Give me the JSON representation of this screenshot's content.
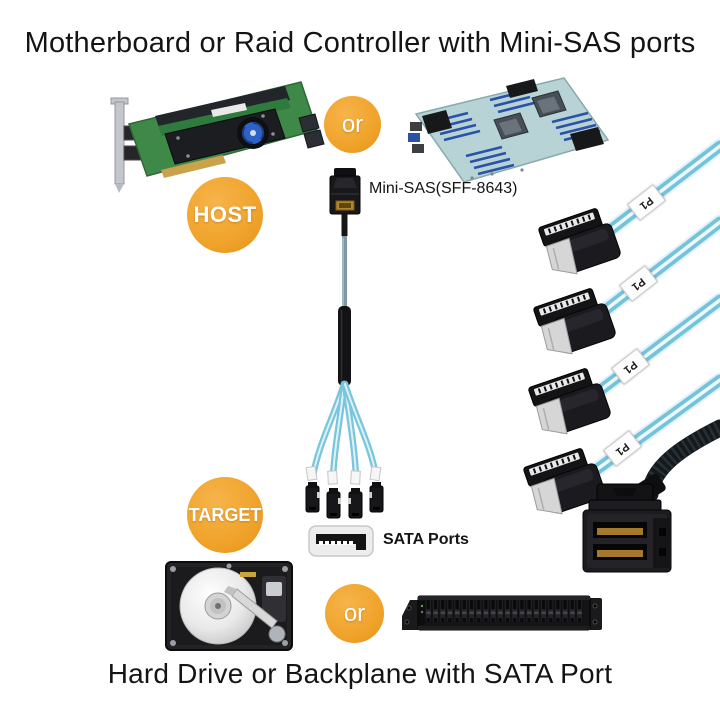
{
  "titles": {
    "top": "Motherboard or Raid Controller with Mini-SAS ports",
    "bottom": "Hard Drive or Backplane with SATA Port"
  },
  "badges": {
    "or_top": "or",
    "host": "HOST",
    "target": "TARGET",
    "or_bottom": "or"
  },
  "labels": {
    "mini_sas_connector": "Mini-SAS(SFF-8643)",
    "sata_ports": "SATA Ports"
  },
  "cable_tags": [
    "P1",
    "P1",
    "P1",
    "P1"
  ],
  "colors": {
    "badge_orange": "#F0A32B",
    "cable_blue": "#74C3DB",
    "cable_stripe": "#EDF9FD",
    "title_text": "#141414",
    "pcb_green": "#3E8948",
    "motherboard_teal": "#B8D3D5",
    "background": "#FFFFFF"
  },
  "images": {
    "raid_controller": "raid-controller-card",
    "motherboard": "server-motherboard",
    "breakout_cable": "mini-sas-to-4x-sata-breakout-cable",
    "right_angle_connectors": "right-angle-sata-connectors",
    "large_connector": "mini-sas-sff-8643-connector",
    "sata_port": "sata-port-icon",
    "hard_drive": "open-hard-disk-drive",
    "backplane": "server-drive-backplane"
  }
}
